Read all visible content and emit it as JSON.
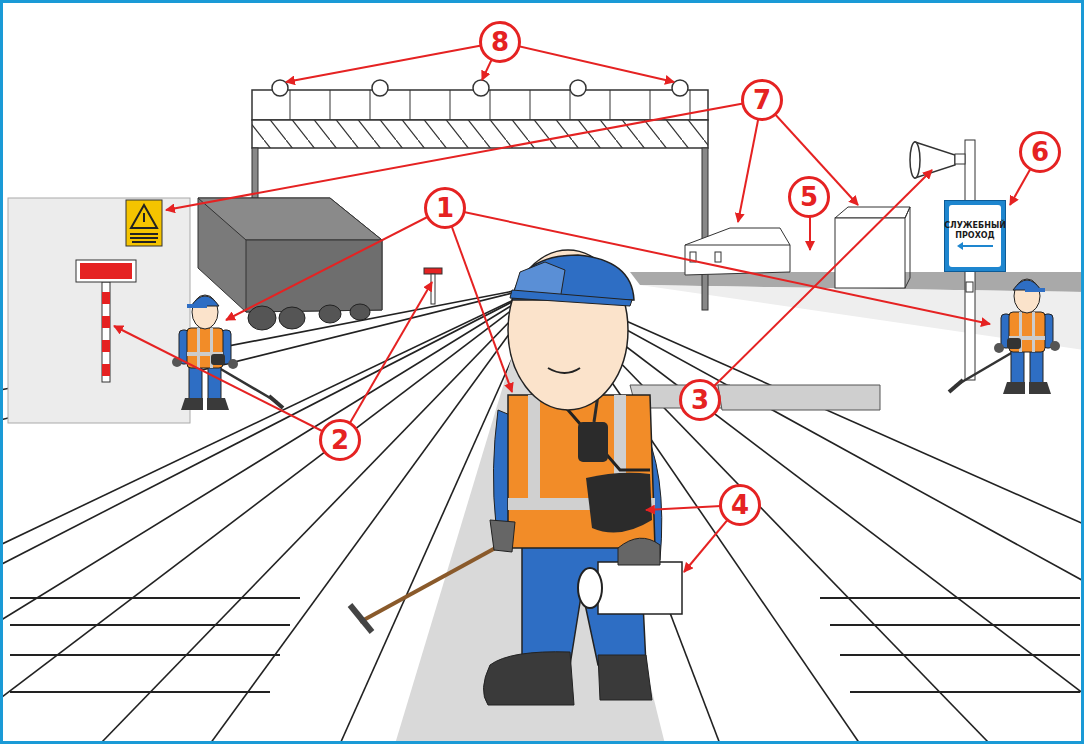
{
  "diagram": {
    "nodes": [
      {
        "text": [
          "8"
        ]
      },
      {
        "text": [
          "7"
        ]
      },
      {
        "text": [
          "6"
        ]
      },
      {
        "text": [
          "5"
        ]
      },
      {
        "text": [
          "1"
        ]
      },
      {
        "text": [
          "СЛУЖЕБНЫЙ ПРОХОД"
        ]
      },
      {
        "text": [
          "3"
        ]
      },
      {
        "text": [
          "2"
        ]
      },
      {
        "text": [
          "4"
        ]
      }
    ]
  }
}
